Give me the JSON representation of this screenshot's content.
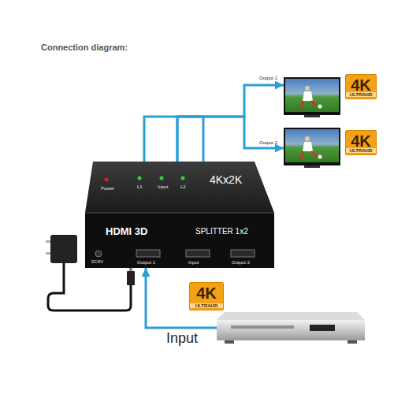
{
  "diagram": {
    "title": "Connection diagram:",
    "nodes": [
      {
        "text": [
          "Output 1"
        ]
      },
      {
        "text": [
          "4K",
          "ULTRAHD"
        ]
      },
      {
        "text": [
          "Output 2"
        ]
      },
      {
        "text": [
          "4K",
          "ULTRAHD"
        ]
      },
      {
        "text": [
          "Power",
          "L1",
          "Input",
          "L2",
          "4Kx2K",
          "HDMI 3D",
          "SPLITTER 1x2",
          "DC/5V",
          "Output 1",
          "Input",
          "Output 2"
        ]
      },
      {
        "text": [
          "4K",
          "ULTRAHD"
        ]
      },
      {
        "text": [
          "Input"
        ]
      }
    ],
    "edges": [
      {
        "from": 4,
        "to": 0,
        "arrow": "to"
      },
      {
        "from": 4,
        "to": 2,
        "arrow": "to"
      },
      {
        "from": 6,
        "to": 4,
        "arrow": "to"
      }
    ]
  }
}
